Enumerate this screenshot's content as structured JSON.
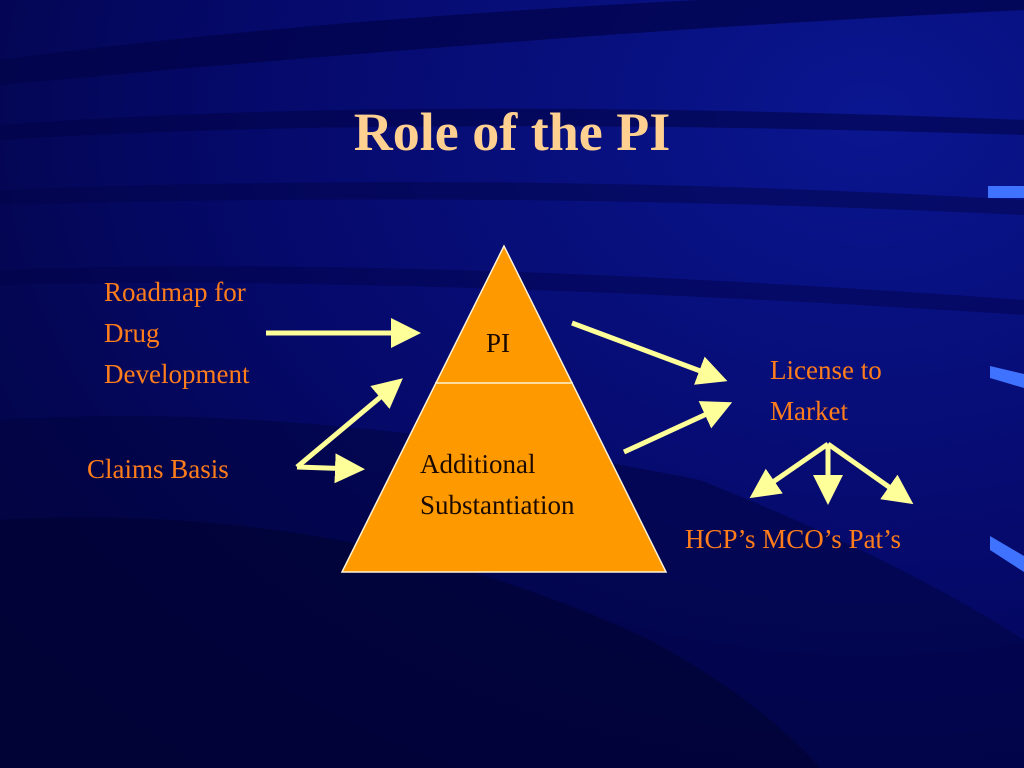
{
  "slide": {
    "title": "Role of the PI"
  },
  "pyramid": {
    "top_label": "PI",
    "bottom_label": [
      "Additional",
      "Substantiation"
    ]
  },
  "inputs": {
    "roadmap": [
      "Roadmap for",
      "Drug",
      "Development"
    ],
    "claims": "Claims Basis"
  },
  "outputs": {
    "license": [
      "License to",
      "Market"
    ],
    "audiences": "HCP’s MCO’s Pat’s"
  },
  "colors": {
    "background": "#04075f",
    "title": "#ffd090",
    "label": "#ff7d1a",
    "pyramid_fill": "#ff9900",
    "arrow": "#ffff99"
  }
}
